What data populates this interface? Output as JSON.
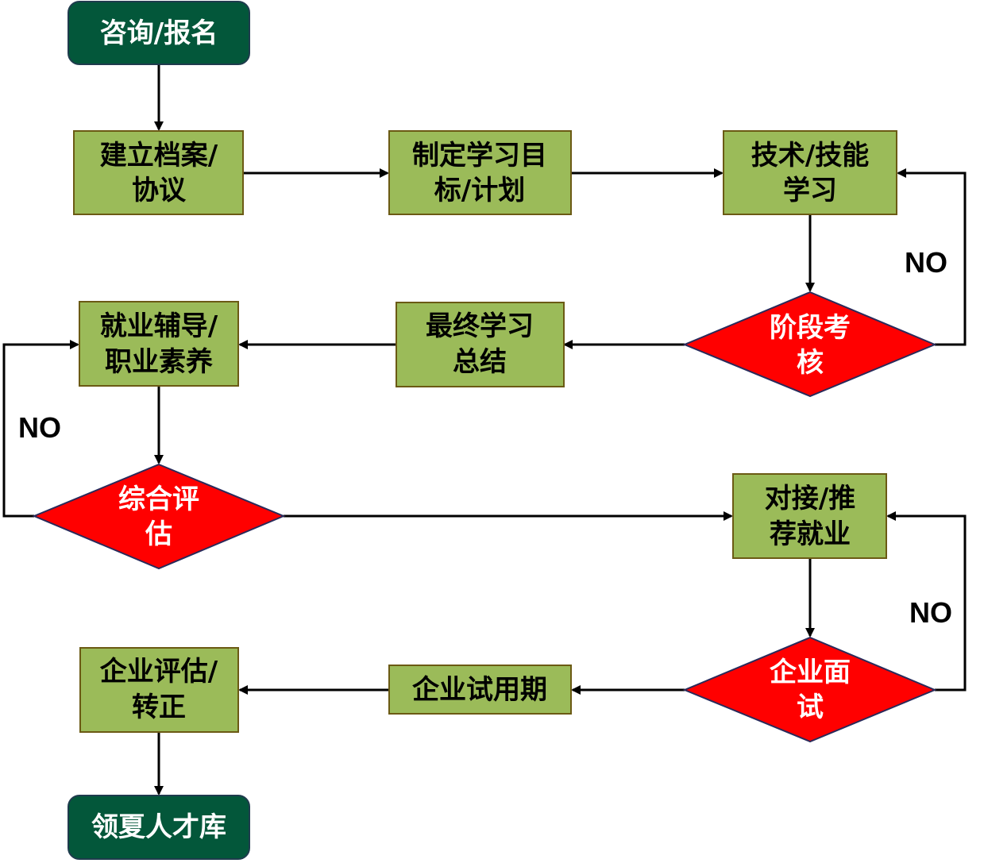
{
  "colors": {
    "terminal_fill": "#03573A",
    "terminal_stroke": "#1f3b4d",
    "terminal_text": "#ffffff",
    "process_fill": "#9BBB59",
    "process_stroke": "#6b5a14",
    "process_text": "#000000",
    "decision_fill": "#FF0000",
    "decision_stroke": "#2a2a5a",
    "decision_text": "#ffffff",
    "arrow": "#000000"
  },
  "nodes": {
    "consult": {
      "type": "terminal",
      "lines": [
        "咨询/报名"
      ]
    },
    "profile": {
      "type": "process",
      "lines": [
        "建立档案/",
        "协议"
      ]
    },
    "plan": {
      "type": "process",
      "lines": [
        "制定学习目",
        "标/计划"
      ]
    },
    "skills": {
      "type": "process",
      "lines": [
        "技术/技能",
        "学习"
      ]
    },
    "stage_exam": {
      "type": "decision",
      "lines": [
        "阶段考",
        "核"
      ]
    },
    "final_summary": {
      "type": "process",
      "lines": [
        "最终学习",
        "总结"
      ]
    },
    "career": {
      "type": "process",
      "lines": [
        "就业辅导/",
        "职业素养"
      ]
    },
    "overall_eval": {
      "type": "decision",
      "lines": [
        "综合评",
        "估"
      ]
    },
    "referral": {
      "type": "process",
      "lines": [
        "对接/推",
        "荐就业"
      ]
    },
    "interview": {
      "type": "decision",
      "lines": [
        "企业面",
        "试"
      ]
    },
    "probation": {
      "type": "process",
      "lines": [
        "企业试用期"
      ]
    },
    "confirm": {
      "type": "process",
      "lines": [
        "企业评估/",
        "转正"
      ]
    },
    "talent_pool": {
      "type": "terminal",
      "lines": [
        "领夏人才库"
      ]
    }
  },
  "edges": [
    {
      "from": "consult",
      "to": "profile"
    },
    {
      "from": "profile",
      "to": "plan"
    },
    {
      "from": "plan",
      "to": "skills"
    },
    {
      "from": "skills",
      "to": "stage_exam"
    },
    {
      "from": "stage_exam",
      "to": "skills",
      "label": "NO"
    },
    {
      "from": "stage_exam",
      "to": "final_summary"
    },
    {
      "from": "final_summary",
      "to": "career"
    },
    {
      "from": "career",
      "to": "overall_eval"
    },
    {
      "from": "overall_eval",
      "to": "career",
      "label": "NO"
    },
    {
      "from": "overall_eval",
      "to": "referral"
    },
    {
      "from": "referral",
      "to": "interview"
    },
    {
      "from": "interview",
      "to": "referral",
      "label": "NO"
    },
    {
      "from": "interview",
      "to": "probation"
    },
    {
      "from": "probation",
      "to": "confirm"
    },
    {
      "from": "confirm",
      "to": "talent_pool"
    }
  ],
  "labels": {
    "no_stage_exam": "NO",
    "no_overall_eval": "NO",
    "no_interview": "NO"
  }
}
